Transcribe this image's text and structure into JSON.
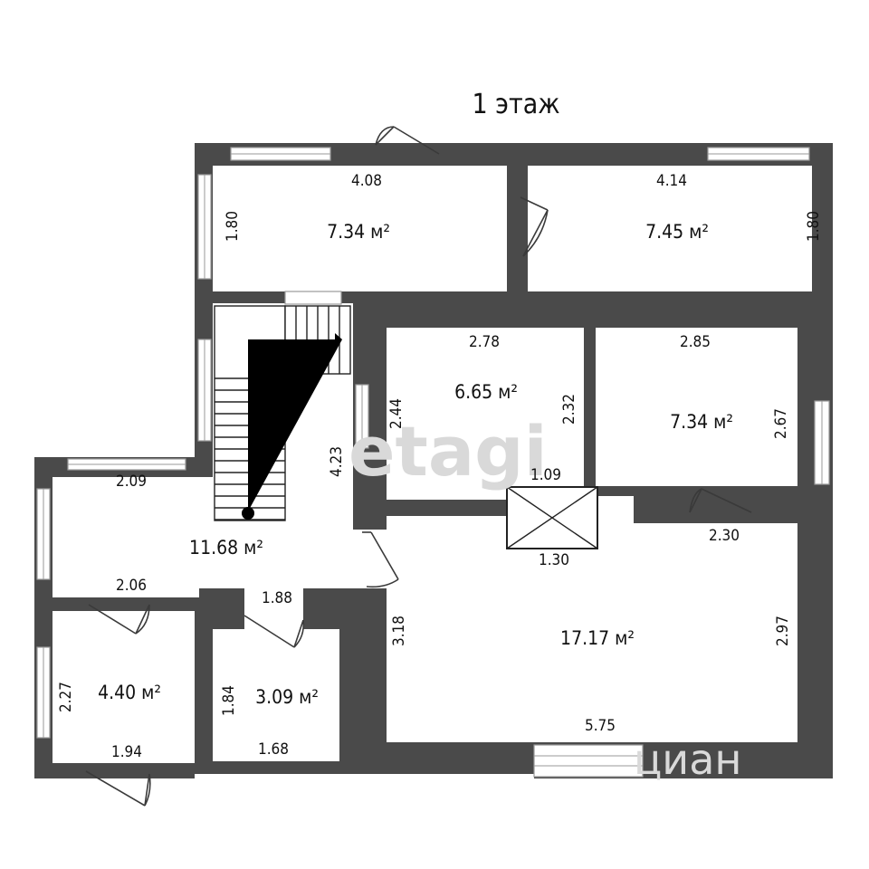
{
  "plan": {
    "title": "1 этаж",
    "watermarks": [
      "etagi",
      "циан"
    ],
    "rooms": [
      {
        "area": "7.34 м²",
        "width": "4.08",
        "height": "1.80"
      },
      {
        "area": "7.45 м²",
        "width": "4.14",
        "height": "1.80"
      },
      {
        "area": "6.65 м²",
        "width": "2.78",
        "height_left": "2.44",
        "height_right": "2.32"
      },
      {
        "area": "7.34 м²",
        "width": "2.85",
        "height": "2.67"
      },
      {
        "area": "11.68 м²",
        "width_top": "2.09",
        "width_bottom": "2.06",
        "height": "4.23"
      },
      {
        "area": "17.17 м²",
        "width": "5.75",
        "height_left": "3.18",
        "height_right": "2.97",
        "opening": "2.30"
      },
      {
        "area": "4.40 м²",
        "width": "1.94",
        "height": "2.27"
      },
      {
        "area": "3.09 м²",
        "width_top": "1.88",
        "width_bottom": "1.68",
        "height": "1.84"
      }
    ],
    "shaft": {
      "width_top": "1.09",
      "width_bottom": "1.30"
    }
  }
}
